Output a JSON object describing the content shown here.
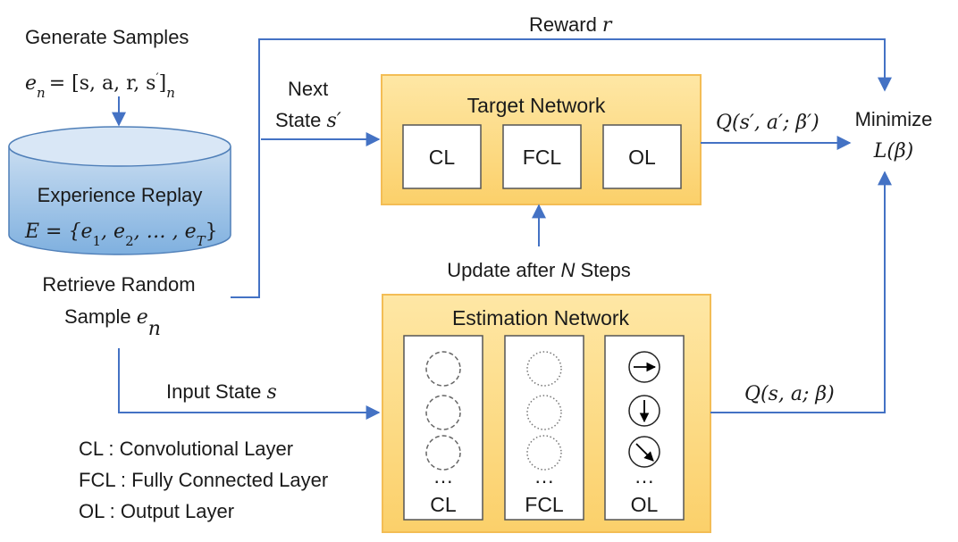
{
  "colors": {
    "arrow": "#4472c4",
    "network_fill": "#fddf85",
    "network_edge": "#f6c35a",
    "cylinder_top": "#d6e5f5",
    "cylinder_body": "#9dc3e6",
    "cylinder_edge": "#4f7fb8",
    "layer_fill": "#ffffff",
    "layer_edge": "#555555"
  },
  "generate": {
    "label": "Generate Samples",
    "formula_lhs": "e",
    "formula_lhs_sub": "n",
    "formula_rhs": "= [s, a, r, s",
    "formula_prime": "′",
    "formula_close": "]",
    "formula_close_sub": "n"
  },
  "replay": {
    "title": "Experience Replay",
    "formula_start": "E = {e",
    "sub1": "1",
    "mid1": ", e",
    "sub2": "2",
    "mid2": ", … , e",
    "subT": "T",
    "end": "}"
  },
  "retrieve": {
    "line1": "Retrieve Random",
    "line2_text": "Sample ",
    "line2_var": "e",
    "line2_sub": "n"
  },
  "reward": {
    "text": "Reward ",
    "var": "r"
  },
  "next_state": {
    "line1": "Next",
    "line2_text": "State ",
    "line2_var": "s′"
  },
  "target_network": {
    "title": "Target Network",
    "layers": [
      "CL",
      "FCL",
      "OL"
    ]
  },
  "target_q": "Q(s′, a′; β′)",
  "minimize": {
    "line1": "Minimize",
    "line2": "L(β)"
  },
  "update": {
    "text": "Update after ",
    "var": "N",
    "tail": " Steps"
  },
  "estimation_network": {
    "title": "Estimation Network",
    "layers": [
      "CL",
      "FCL",
      "OL"
    ],
    "ellipsis": "…"
  },
  "input_state": {
    "text": "Input State ",
    "var": "s"
  },
  "estimation_q": "Q(s, a; β)",
  "legend": [
    "CL : Convolutional Layer",
    "FCL : Fully Connected Layer",
    "OL : Output Layer"
  ]
}
